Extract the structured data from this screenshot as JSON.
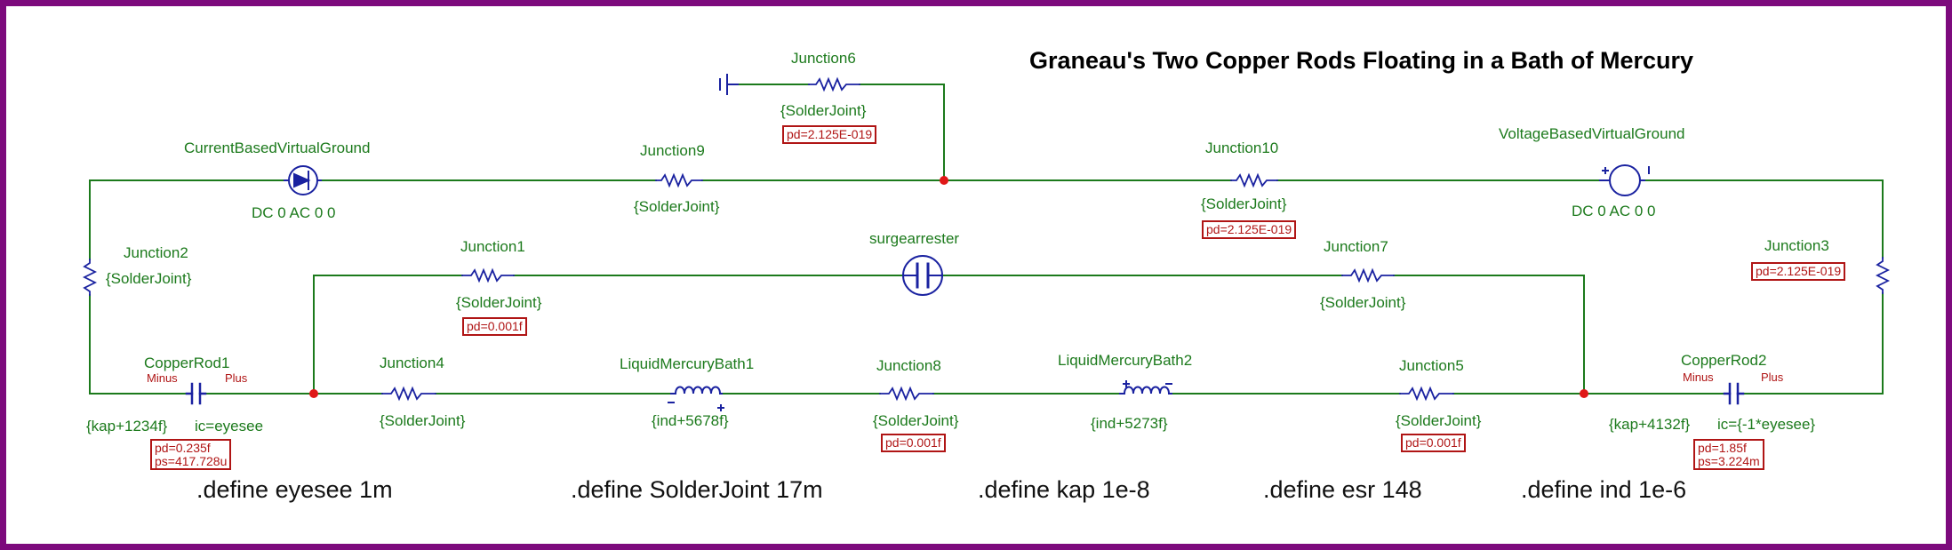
{
  "title": "Graneau's Two Copper Rods Floating in a Bath of Mercury",
  "colors": {
    "frame": "#7d0a7d",
    "wire": "#1c7a1c",
    "component": "#1a22a0",
    "node": "#e01818",
    "param": "#b01515"
  },
  "components": {
    "junction6": {
      "name": "Junction6",
      "value": "{SolderJoint}",
      "param": "pd=2.125E-019"
    },
    "current_ground": {
      "name": "CurrentBasedVirtualGround",
      "value": "DC 0 AC 0 0",
      "icon": "current-source-icon"
    },
    "junction9": {
      "name": "Junction9",
      "value": "{SolderJoint}"
    },
    "junction10": {
      "name": "Junction10",
      "value": "{SolderJoint}",
      "param": "pd=2.125E-019"
    },
    "voltage_ground": {
      "name": "VoltageBasedVirtualGround",
      "value": "DC 0 AC 0 0",
      "icon": "voltage-source-icon"
    },
    "junction2": {
      "name": "Junction2",
      "value": "{SolderJoint}"
    },
    "junction1": {
      "name": "Junction1",
      "value": "{SolderJoint}",
      "param": "pd=0.001f"
    },
    "surgearrester": {
      "name": "surgearrester"
    },
    "junction7": {
      "name": "Junction7",
      "value": "{SolderJoint}"
    },
    "junction3": {
      "name": "Junction3",
      "param": "pd=2.125E-019"
    },
    "copperrod1": {
      "name": "CopperRod1",
      "minus": "Minus",
      "plus": "Plus",
      "value": "{kap+1234f}",
      "ic": "ic=eyesee",
      "param1": "pd=0.235f",
      "param2": "ps=417.728u"
    },
    "junction4": {
      "name": "Junction4",
      "value": "{SolderJoint}"
    },
    "bath1": {
      "name": "LiquidMercuryBath1",
      "value": "{ind+5678f}"
    },
    "junction8": {
      "name": "Junction8",
      "value": "{SolderJoint}",
      "param": "pd=0.001f"
    },
    "bath2": {
      "name": "LiquidMercuryBath2",
      "value": "{ind+5273f}"
    },
    "junction5": {
      "name": "Junction5",
      "value": "{SolderJoint}",
      "param": "pd=0.001f"
    },
    "copperrod2": {
      "name": "CopperRod2",
      "minus": "Minus",
      "plus": "Plus",
      "value": "{kap+4132f}",
      "ic": "ic={-1*eyesee}",
      "param1": "pd=1.85f",
      "param2": "ps=3.224m"
    }
  },
  "defines": [
    ".define eyesee 1m",
    ".define SolderJoint 17m",
    ".define kap 1e-8",
    ".define esr 148",
    ".define ind 1e-6"
  ]
}
